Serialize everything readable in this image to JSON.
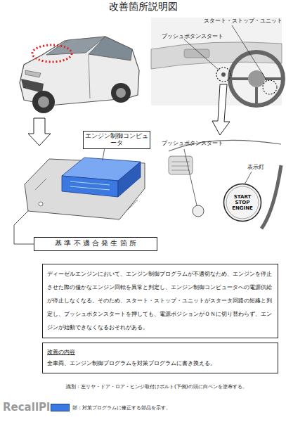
{
  "diagram": {
    "title": "改善箇所説明図",
    "nodes": [
      {
        "text": [
          "エンジン制御コンピュータ"
        ]
      },
      {
        "text": [
          "START STOP ENGINE"
        ]
      },
      {
        "text": [
          "基 準 不 適 合 発 生 箇 所"
        ]
      },
      {
        "text": [
          "ディーゼルエンジンにおいて、エンジン制御プログラムが不適切なため、エンジンを停止させた際の僅かなエンジン回転を異常と判定し、エンジン制御コンピュータへの電源供給が停止しなくなる。そのため、スタート・ストップ・ユニットがスタータ回路の短絡と判定し、プッシュボタンスタートを押しても、電源ポジションがＯＮに切り替わらず、エンジンが始動できなくなるおそれがある。"
        ]
      },
      {
        "text": [
          "改善の内容",
          "全車両、エンジン制御プログラムを対策プログラムに書き換える。"
        ]
      }
    ],
    "labels": [
      "スタート・ストップ・ユニット",
      "プッシュボタンスタート",
      "プッシュボタンスタート",
      "表示灯",
      "識別：左リヤ・ドア・ロア・ヒンジ取付けボルト(下側)の頭に白ペンを塗布する。",
      "RecallPlus"
    ],
    "legend": [
      {
        "text": "部：対策プログラムに修正する部品を示す。",
        "color": "#3b78e0"
      }
    ]
  }
}
